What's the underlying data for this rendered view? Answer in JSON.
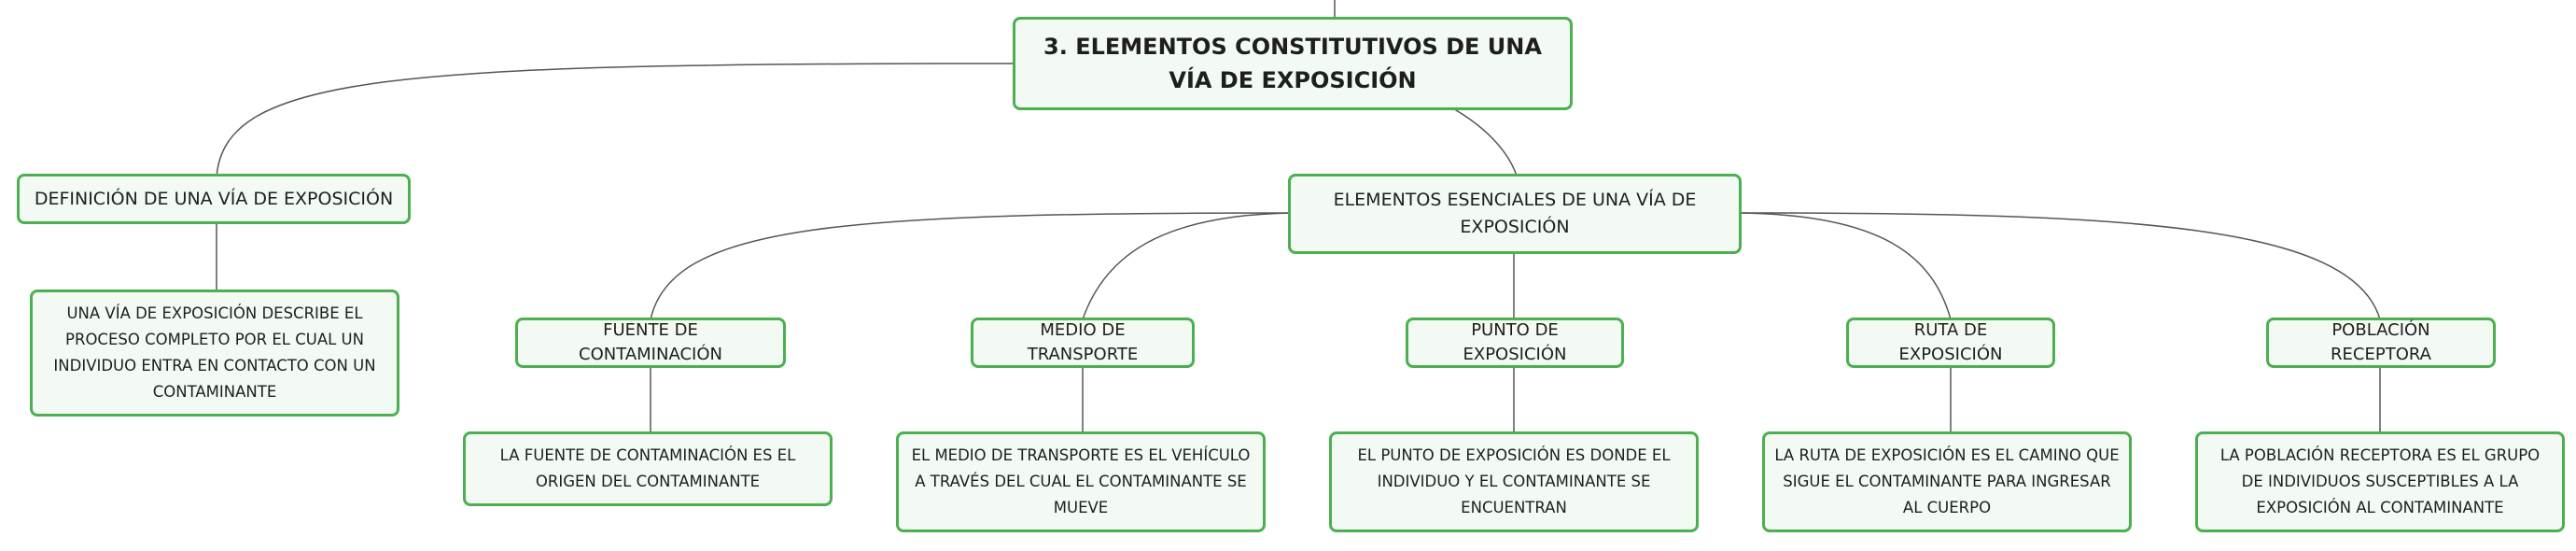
{
  "root": {
    "title": "3. ELEMENTOS CONSTITUTIVOS DE UNA VÍA DE EXPOSICIÓN"
  },
  "definicion": {
    "label": "DEFINICIÓN DE UNA VÍA DE EXPOSICIÓN",
    "detail": "UNA VÍA DE EXPOSICIÓN DESCRIBE EL PROCESO COMPLETO POR EL CUAL UN INDIVIDUO ENTRA EN CONTACTO CON UN CONTAMINANTE"
  },
  "elementos": {
    "label": "ELEMENTOS ESENCIALES DE UNA VÍA DE EXPOSICIÓN",
    "items": [
      {
        "label": "FUENTE DE CONTAMINACIÓN",
        "detail": "LA FUENTE DE CONTAMINACIÓN ES EL ORIGEN DEL CONTAMINANTE"
      },
      {
        "label": "MEDIO DE TRANSPORTE",
        "detail": "EL MEDIO DE TRANSPORTE ES EL VEHÍCULO A TRAVÉS DEL CUAL EL CONTAMINANTE SE MUEVE"
      },
      {
        "label": "PUNTO DE EXPOSICIÓN",
        "detail": "EL PUNTO DE EXPOSICIÓN ES DONDE EL INDIVIDUO Y EL CONTAMINANTE SE ENCUENTRAN"
      },
      {
        "label": "RUTA DE EXPOSICIÓN",
        "detail": "LA RUTA DE EXPOSICIÓN ES EL CAMINO QUE SIGUE EL CONTAMINANTE PARA INGRESAR AL CUERPO"
      },
      {
        "label": "POBLACIÓN RECEPTORA",
        "detail": "LA POBLACIÓN RECEPTORA ES EL GRUPO DE INDIVIDUOS SUSCEPTIBLES A LA EXPOSICIÓN AL CONTAMINANTE"
      }
    ]
  },
  "colors": {
    "border": "#4caf50",
    "fill": "#f3faf3",
    "connector": "#555555"
  }
}
